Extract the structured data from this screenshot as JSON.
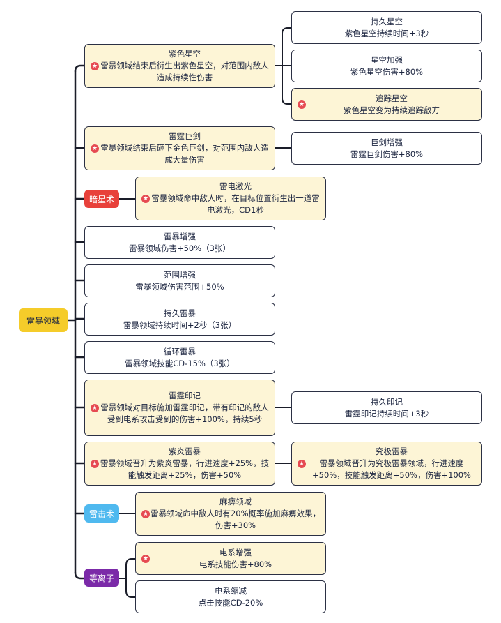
{
  "root": {
    "label": "雷暴领域",
    "color": "#f5cc2a"
  },
  "tags": {
    "anxing": {
      "label": "暗星术",
      "color": "#e8413b"
    },
    "leiji": {
      "label": "雷击术",
      "color": "#4fb9ef"
    },
    "dengli": {
      "label": "等离子",
      "color": "#7b2aa8"
    }
  },
  "colors": {
    "highlight": "#fdf5d6",
    "line": "#1a1d29",
    "star": "#e64a52"
  },
  "nodes": {
    "zise": {
      "title": "紫色星空",
      "desc": "雷暴领域结束后衍生出紫色星空，对范围内敌人造成持续性伤害"
    },
    "chijiu_xk": {
      "title": "持久星空",
      "desc": "紫色星空持续时间+3秒"
    },
    "xingkong_jq": {
      "title": "星空加强",
      "desc": "紫色星空伤害+80%"
    },
    "zhuizong": {
      "title": "追踪星空",
      "desc": "紫色星空变为持续追踪敌方"
    },
    "juji": {
      "title": "雷霆巨剑",
      "desc": "雷暴领域结束后砸下金色巨剑，对范围内敌人造成大量伤害"
    },
    "jujian_zq": {
      "title": "巨剑增强",
      "desc": "雷霆巨剑伤害+80%"
    },
    "jiguang": {
      "title": "雷电激光",
      "desc": "雷暴领域命中敌人时，在目标位置衍生出一道雷电激光，CD1秒"
    },
    "leibao_zq": {
      "title": "雷暴增强",
      "desc": "雷暴领域伤害+50%（3张）"
    },
    "fanwei": {
      "title": "范围增强",
      "desc": "雷暴领域伤害范围+50%"
    },
    "chijiu_lb": {
      "title": "持久雷暴",
      "desc": "雷暴领域持续时间+2秒（3张）"
    },
    "xunhuan": {
      "title": "循环雷暴",
      "desc": "雷暴领域技能CD-15%（3张）"
    },
    "yinji": {
      "title": "雷霆印记",
      "desc": "雷暴领域对目标施加雷霆印记，带有印记的敌人受到电系攻击受到的伤害+100%，持续5秒"
    },
    "chijiu_yj": {
      "title": "持久印记",
      "desc": "雷霆印记持续时间+3秒"
    },
    "ziyan": {
      "title": "紫炎雷暴",
      "desc": "雷暴领域晋升为紫炎雷暴，行进速度+25%，技能触发距离+25%，伤害+50%"
    },
    "jiuji": {
      "title": "究极雷暴",
      "desc": "雷暴领域晋升为究极雷暴领域，行进速度+50%，技能触发距离+50%，伤害+100%"
    },
    "mabi": {
      "title": "麻痹领域",
      "desc": "雷暴领域命中敌人时有20%概率施加麻痹效果，伤害+30%"
    },
    "dianxi_zq": {
      "title": "电系增强",
      "desc": "电系技能伤害+80%"
    },
    "dianxi_sj": {
      "title": "电系缩减",
      "desc": "点击技能CD-20%"
    }
  }
}
